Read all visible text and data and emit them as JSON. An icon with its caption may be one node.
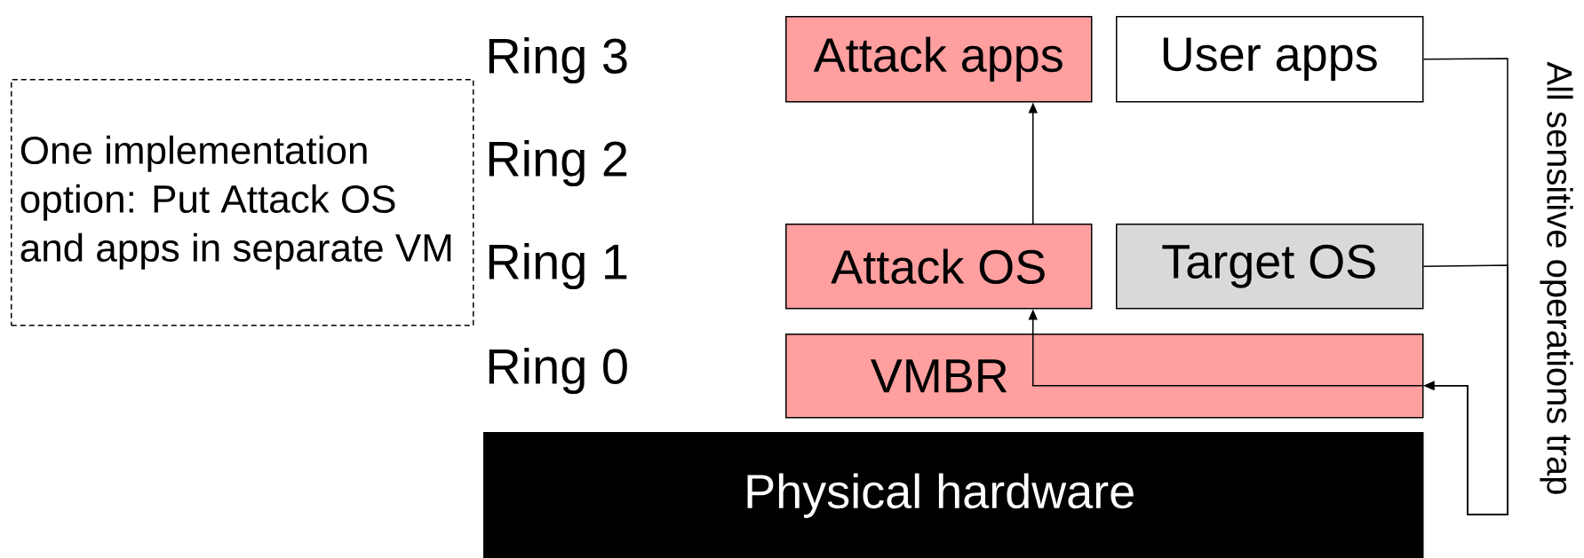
{
  "diagram": {
    "nodes": [
      {
        "text": [
          "One implementation option: Put Attack OS and apps in separate VM"
        ]
      },
      {
        "text": [
          "Attack apps"
        ]
      },
      {
        "text": [
          "User apps"
        ]
      },
      {
        "text": [
          "Attack OS"
        ]
      },
      {
        "text": [
          "Target OS"
        ]
      },
      {
        "text": [
          "VMBR"
        ]
      },
      {
        "text": [
          "Physical hardware"
        ]
      }
    ],
    "edges": [
      {
        "from": 3,
        "to": 1,
        "arrow": "to"
      },
      {
        "from": 2,
        "to": 5,
        "arrow": "to"
      },
      {
        "from": 4,
        "to": 5,
        "arrow": "to"
      },
      {
        "from": 5,
        "to": 3,
        "arrow": "to"
      }
    ],
    "labels": [
      "Ring 3",
      "Ring 2",
      "Ring 1",
      "Ring 0",
      "All sensitive operations trap"
    ]
  }
}
